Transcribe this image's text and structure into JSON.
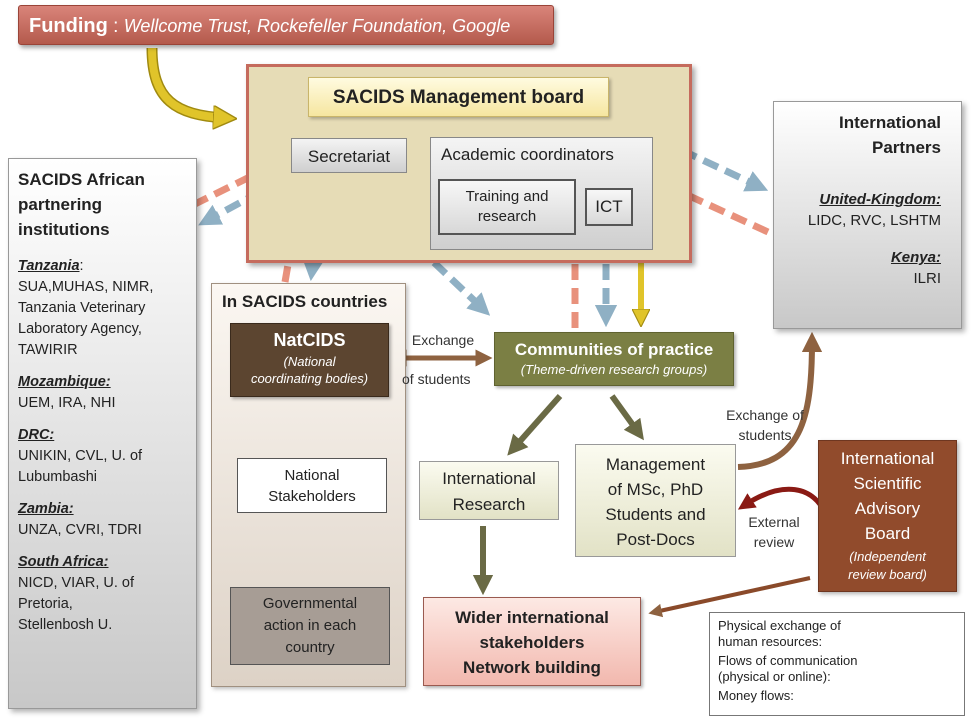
{
  "funding": {
    "label": "Funding",
    "separator": " : ",
    "sponsors": "Wellcome Trust, Rockefeller Foundation, Google"
  },
  "management_board": {
    "title": "SACIDS Management board",
    "secretariat": "Secretariat",
    "academic_coordinators": "Academic coordinators",
    "training_research": [
      "Training and",
      "research"
    ],
    "ict": "ICT"
  },
  "african_partners": {
    "title": [
      "SACIDS African",
      "partnering",
      "institutions"
    ],
    "groups": [
      {
        "country": "Tanzania",
        "suffix": ":",
        "lines": [
          "SUA,MUHAS, NIMR,",
          "Tanzania Veterinary",
          "Laboratory Agency,",
          "TAWIRIR"
        ]
      },
      {
        "country": "Mozambique:",
        "suffix": "",
        "lines": [
          "UEM, IRA, NHI"
        ]
      },
      {
        "country": "DRC:",
        "suffix": "",
        "lines": [
          "UNIKIN, CVL, U. of",
          "Lubumbashi"
        ]
      },
      {
        "country": "Zambia:",
        "suffix": "",
        "lines": [
          "UNZA, CVRI, TDRI"
        ]
      },
      {
        "country": "South Africa:",
        "suffix": "",
        "lines": [
          "NICD, VIAR, U. of",
          "Pretoria,",
          "Stellenbosh U."
        ]
      }
    ]
  },
  "international_partners": {
    "title": [
      "International",
      "Partners"
    ],
    "groups": [
      {
        "country": "United-Kingdom:",
        "institutions": "LIDC, RVC, LSHTM"
      },
      {
        "country": "Kenya:",
        "institutions": "ILRI"
      }
    ]
  },
  "sacids_countries": {
    "title": "In SACIDS countries",
    "natcids": {
      "title": "NatCIDS",
      "subtitle": [
        "(National",
        "coordinating bodies)"
      ]
    },
    "national_stakeholders": [
      "National",
      "Stakeholders"
    ],
    "governmental_action": [
      "Governmental",
      "action in each",
      "country"
    ]
  },
  "communities": {
    "title": "Communities of practice",
    "subtitle": "(Theme-driven research groups)"
  },
  "exchange_students_left": [
    "Exchange",
    "of students"
  ],
  "international_research": [
    "International",
    "Research"
  ],
  "management_students": [
    "Management",
    "of MSc, PhD",
    "Students and",
    "Post-Docs"
  ],
  "exchange_students_right": [
    "Exchange of",
    "students"
  ],
  "external_review": [
    "External",
    "review"
  ],
  "advisory_board": {
    "title": [
      "International",
      "Scientific",
      "Advisory",
      "Board"
    ],
    "subtitle": [
      "(Independent",
      "review board)"
    ]
  },
  "wider": [
    "Wider international",
    "stakeholders",
    "Network building"
  ],
  "legend": {
    "physical": [
      "Physical exchange of",
      "human resources:"
    ],
    "communication": [
      "Flows of communication",
      "(physical or online):"
    ],
    "money": "Money flows:"
  },
  "colors": {
    "human_resources": "#8e6240",
    "communication_red": "#e8917c",
    "communication_blue": "#8fb0c4",
    "money": "#e0c42a",
    "dark_arrow": "#3d342b",
    "olive_arrow": "#6a6a45",
    "review_arrow": "#8a1a14"
  }
}
